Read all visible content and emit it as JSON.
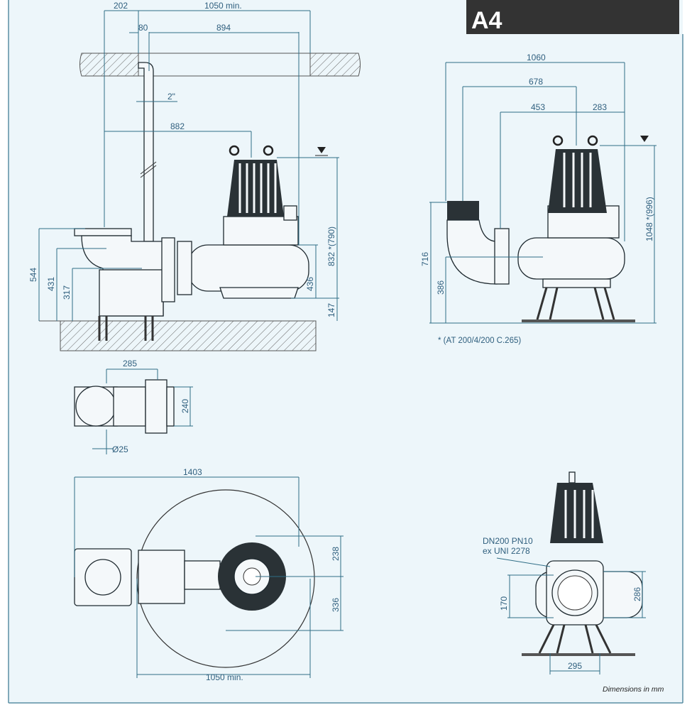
{
  "sheet": {
    "title": "A4",
    "footnote": "* (AT 200/4/200 C.265)",
    "units_note": "Dimensions in mm",
    "colors": {
      "background": "#edf6fa",
      "dimension": "#2f6d86",
      "title_bar": "#333333"
    }
  },
  "side_install_view": {
    "dims": {
      "d202": "202",
      "d1050_top": "1050 min.",
      "d80": "80",
      "d894": "894",
      "d2in": "2\"",
      "d882": "882",
      "d544": "544",
      "d431": "431",
      "d317": "317",
      "d832": "832 *(790)",
      "d436": "436",
      "d147": "147"
    }
  },
  "pump_side_view": {
    "dims": {
      "d1060": "1060",
      "d678": "678",
      "d453": "453",
      "d283": "283",
      "d1048": "1048 *(996)",
      "d716": "716",
      "d386": "386"
    }
  },
  "base_plan_view": {
    "dims": {
      "d285": "285",
      "d240": "240",
      "d25": "Ø25"
    }
  },
  "top_plan_view": {
    "dims": {
      "d1403": "1403",
      "d238": "238",
      "d336": "336",
      "d1050_bottom": "1050 min."
    }
  },
  "front_view": {
    "flange_label_1": "DN200 PN10",
    "flange_label_2": "ex UNI 2278",
    "dims": {
      "d170": "170",
      "d286": "286",
      "d295": "295"
    }
  }
}
